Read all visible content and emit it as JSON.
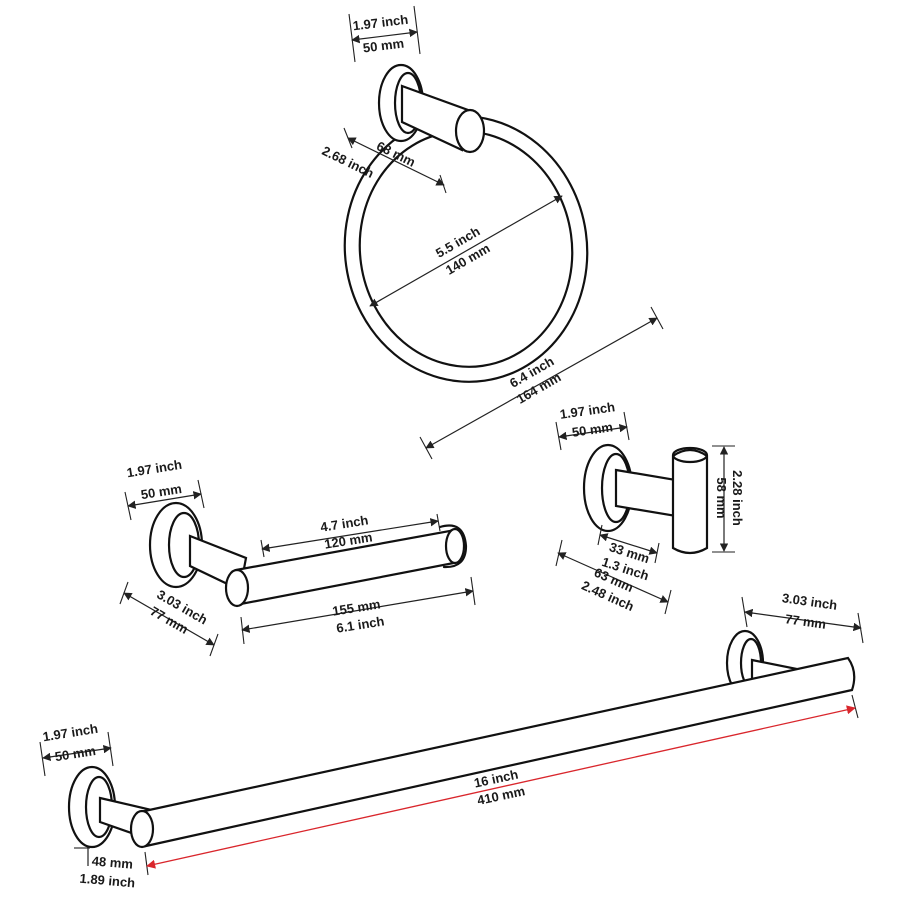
{
  "colors": {
    "line": "#111111",
    "dimension_line": "#222222",
    "highlight_dimension": "#d9262c",
    "background": "#ffffff"
  },
  "towel_ring": {
    "base_width": {
      "inch": "1.97 inch",
      "mm": "50 mm"
    },
    "projection": {
      "inch": "2.68 inch",
      "mm": "68 mm"
    },
    "inner_diameter": {
      "inch": "5.5 inch",
      "mm": "140 mm"
    },
    "overall_height": {
      "inch": "6.4 inch",
      "mm": "164 mm"
    }
  },
  "robe_hook": {
    "base_width": {
      "inch": "1.97 inch",
      "mm": "50 mm"
    },
    "height": {
      "mm": "58 mm",
      "inch": "2.28 inch"
    },
    "arm_length": {
      "mm": "33 mm",
      "inch": "1.3 inch"
    },
    "projection": {
      "mm": "63 mm",
      "inch": "2.48 inch"
    }
  },
  "toilet_paper_holder": {
    "base_width": {
      "inch": "1.97 inch",
      "mm": "50 mm"
    },
    "inner_length": {
      "inch": "4.7 inch",
      "mm": "120 mm"
    },
    "projection": {
      "inch": "3.03 inch",
      "mm": "77 mm"
    },
    "overall_length": {
      "mm": "155 mm",
      "inch": "6.1 inch"
    }
  },
  "towel_bar": {
    "base_width": {
      "inch": "1.97 inch",
      "mm": "50 mm"
    },
    "projection": {
      "inch": "3.03 inch",
      "mm": "77 mm"
    },
    "length": {
      "inch": "16 inch",
      "mm": "410 mm"
    },
    "bar_height": {
      "mm": "48 mm",
      "inch": "1.89 inch"
    }
  }
}
